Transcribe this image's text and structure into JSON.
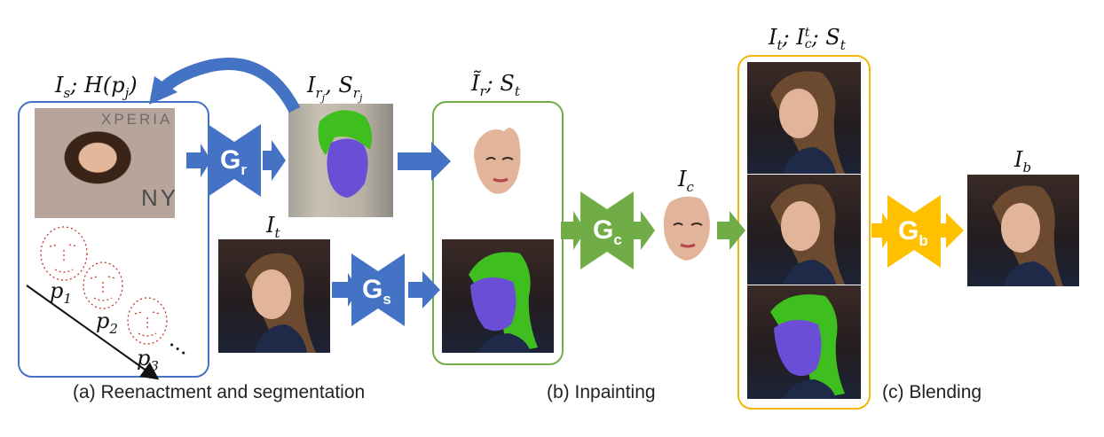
{
  "colors": {
    "blue": "#4472c4",
    "green": "#70ad47",
    "yellow": "#ffc000",
    "seg_green": "#3fbf1f",
    "seg_purple": "#6a4fd6"
  },
  "labels": {
    "source": {
      "base": "I",
      "sub": "s",
      "rest": "; H(p",
      "sub2": "j",
      "end": ")"
    },
    "reenacted": {
      "base": "I",
      "sub": "r",
      "subsub": "j",
      "rest": ", S",
      "sub2": "r",
      "subsub2": "j"
    },
    "target": {
      "base": "I",
      "sub": "t"
    },
    "inpaint_in": {
      "base": "Ĩ",
      "sub": "r",
      "rest": "; S",
      "sub2": "t"
    },
    "completed": {
      "base": "I",
      "sub": "c"
    },
    "blend_in": {
      "base": "I",
      "sub": "t",
      "rest": "; I",
      "sub2": "c",
      "sup2": "t",
      "rest2": "; S",
      "sub3": "t"
    },
    "blended": {
      "base": "I",
      "sub": "b"
    },
    "p1": {
      "base": "p",
      "sub": "1"
    },
    "p2": {
      "base": "p",
      "sub": "2"
    },
    "p3": {
      "base": "p",
      "sub": "3"
    },
    "ellipsis": "…"
  },
  "networks": {
    "gr": {
      "letter": "G",
      "sub": "r"
    },
    "gs": {
      "letter": "G",
      "sub": "s"
    },
    "gc": {
      "letter": "G",
      "sub": "c"
    },
    "gb": {
      "letter": "G",
      "sub": "b"
    }
  },
  "photo_texts": {
    "brand_top": "XPERIA",
    "brand_bottom": "NY"
  },
  "captions": {
    "a": "(a) Reenactment and segmentation",
    "b": "(b) Inpainting",
    "c": "(c) Blending"
  }
}
